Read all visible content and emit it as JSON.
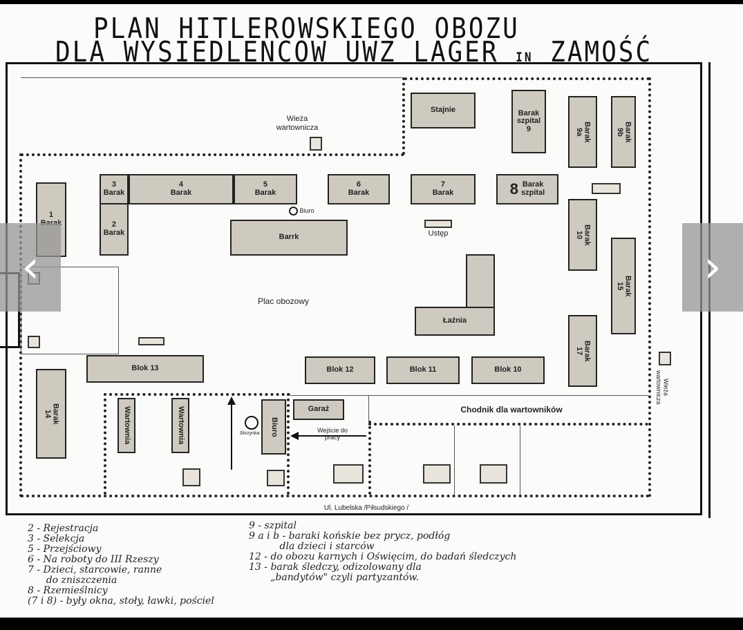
{
  "title": {
    "line1": "PLAN HITLEROWSKIEGO OBOZU",
    "line2": "DLA WYSIEDLENCOW UWZ LAGER",
    "line2_small": "IN",
    "line2_end": "ZAMOŚĆ"
  },
  "map": {
    "watchtower_top": "Wieża\nwartownicza",
    "watchtower_right": "Wieża\nwartownicza",
    "stajnie": "Stajnie",
    "barak9": "Barak\nszpital\n9",
    "barak9a": "Barak\n9a",
    "barak9b": "Barak\n9b",
    "barak1": "1\nBarak",
    "barak2": "2\nBarak",
    "barak3": "3\nBarak",
    "barak4": "4\nBarak",
    "barak5": "5\nBarak",
    "barak6": "6\nBarak",
    "barak7": "7\nBarak",
    "barak8_num": "8",
    "barak8": "Barak\nszpital",
    "barak10": "Barak\n10",
    "barak15": "Barak\n15",
    "barak17": "Barak\n17",
    "barak14": "Barak\n14",
    "barrack_main": "Barrk",
    "biuro_small": "Biuro",
    "ustep": "Ustęp",
    "plac": "Plac obozowy",
    "laznia": "Łaźnia",
    "blok13": "Blok 13",
    "blok12": "Blok 12",
    "blok11": "Blok 11",
    "blok10": "Blok 10",
    "garaz": "Garaż",
    "chodnik": "Chodnik dla wartowników",
    "wartownia1": "Wartownia",
    "wartownia2": "Wartownia",
    "biuro": "Biuro",
    "skrzynka": "Skrzynka",
    "wejscie": "Wejście do\npracy",
    "street": "Ul. Lubelska /Piłsudskiego /"
  },
  "nav": {
    "prev": "‹",
    "next": "›"
  },
  "legend": {
    "left": "2 - Rejestracja\n3 - Selekcja\n5 - Przejściowy\n6 - Na roboty do III Rzeszy\n7 - Dzieci, starcowie, ranne\n      do zniszczenia\n8 - Rzemieślnicy\n(7 i 8) - były okna, stoły, ławki, pościel",
    "right": "9 - szpital\n9 a i b - baraki końskie bez prycz, podłóg\n          dla dzieci i starców\n12 - do obozu karnych i Oświęcim, do badań śledczych\n13 - barak śledczy, odizolowany dla\n       „bandytów\" czyli partyzantów."
  }
}
